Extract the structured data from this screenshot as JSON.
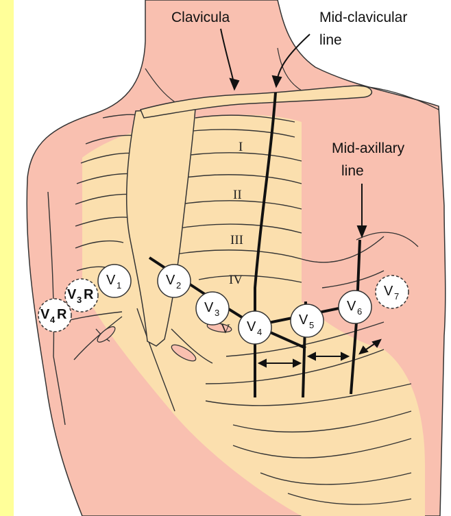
{
  "labels": {
    "clavicula": "Clavicula",
    "mid_clavicular_1": "Mid-clavicular",
    "mid_clavicular_2": "line",
    "mid_axillary_1": "Mid-axillary",
    "mid_axillary_2": "line"
  },
  "ribs": {
    "I": "I",
    "II": "II",
    "III": "III",
    "IV": "IV",
    "V": "V"
  },
  "electrodes": {
    "v1": {
      "main": "V",
      "sub": "1",
      "suffix": ""
    },
    "v2": {
      "main": "V",
      "sub": "2",
      "suffix": ""
    },
    "v3": {
      "main": "V",
      "sub": "3",
      "suffix": ""
    },
    "v4": {
      "main": "V",
      "sub": "4",
      "suffix": ""
    },
    "v5": {
      "main": "V",
      "sub": "5",
      "suffix": ""
    },
    "v6": {
      "main": "V",
      "sub": "6",
      "suffix": ""
    },
    "v7": {
      "main": "V",
      "sub": "7",
      "suffix": ""
    },
    "v3r": {
      "main": "V",
      "sub": "3",
      "suffix": "R"
    },
    "v4r": {
      "main": "V",
      "sub": "4",
      "suffix": "R"
    }
  },
  "colors": {
    "background": "#ffff99",
    "border": "#ffffff",
    "skin": "#f9c0b0",
    "bone": "#fbdfae",
    "line": "#222222"
  }
}
